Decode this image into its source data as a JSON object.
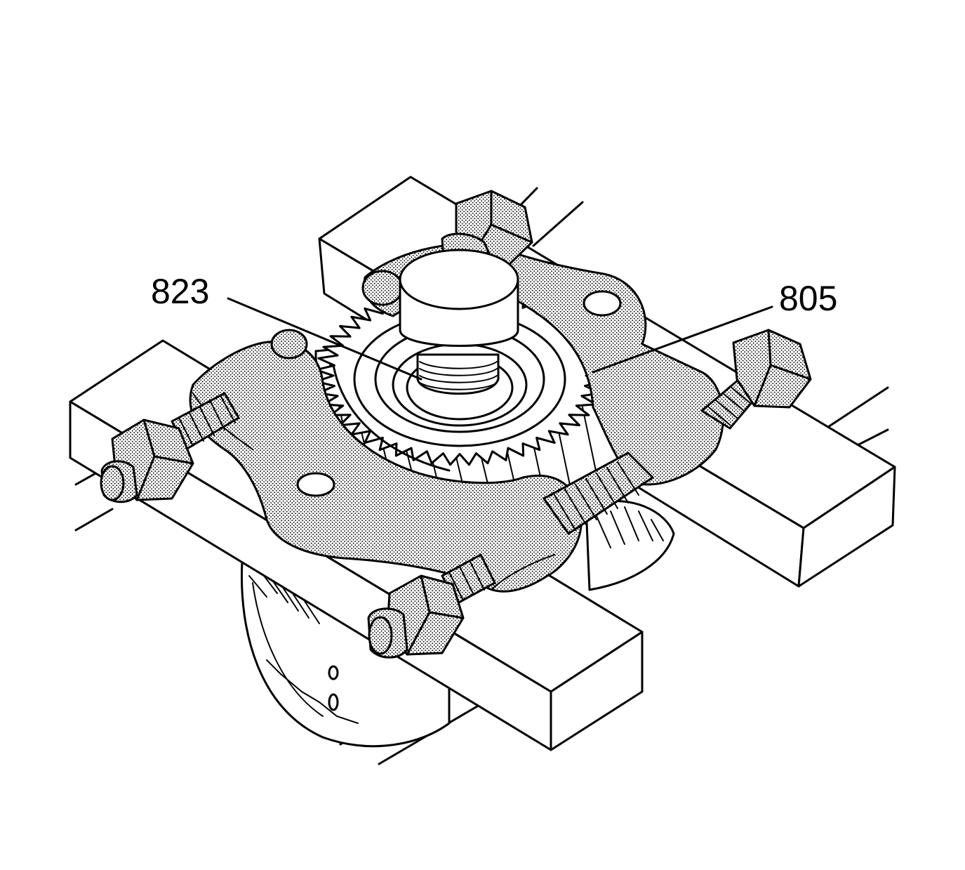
{
  "callouts": [
    {
      "id": "823",
      "label": "823"
    },
    {
      "id": "805",
      "label": "805"
    }
  ],
  "colors": {
    "ink": "#000000",
    "paper": "#ffffff",
    "stipple": "#9a9a9a"
  }
}
